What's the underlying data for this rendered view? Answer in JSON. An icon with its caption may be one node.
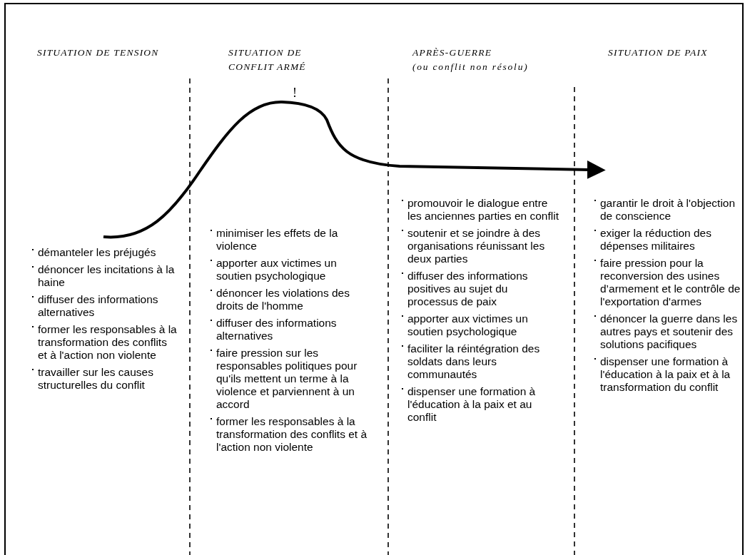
{
  "diagram": {
    "labels": [
      "SITUATION DE TENSION",
      "SITUATION DE CONFLIT ARMÉ",
      "APRÈS-GUERRE",
      "(ou conflit non résolu)",
      "SITUATION DE PAIX",
      "!",
      "démanteler les préjugés",
      "dénoncer les incitations à la haine",
      "diffuser des informations alternatives",
      "former les responsables à la transformation des conflits et à l'action non violente",
      "travailler sur les causes structurelles du conflit",
      "minimiser les effets de la violence",
      "apporter aux victimes un soutien psychologique",
      "dénoncer les violations des droits de l'homme",
      "diffuser des informations alternatives",
      "faire pression sur les responsables politiques pour qu'ils mettent un terme à la violence et parviennent à un accord",
      "former les responsables à la transformation des conflits et à l'action non violente",
      "promouvoir le dialogue entre les anciennes parties en conflit",
      "soutenir et se joindre à des organisations réunissant les deux parties",
      "diffuser des informations positives au sujet du processus de paix",
      "apporter aux victimes un soutien psychologique",
      "faciliter la réintégration des soldats dans leurs communautés",
      "dispenser une formation à l'éducation à la paix et au conflit",
      "garantir le droit à l'objection de conscience",
      "exiger la réduction des dépenses militaires",
      "faire pression pour la reconversion des usines d’armement et le contrôle de l'exportation d'armes",
      "dénoncer la guerre dans les autres pays et soutenir des solutions pacifiques",
      "dispenser une formation à l'éducation à la paix et à la transformation du conflit"
    ]
  }
}
